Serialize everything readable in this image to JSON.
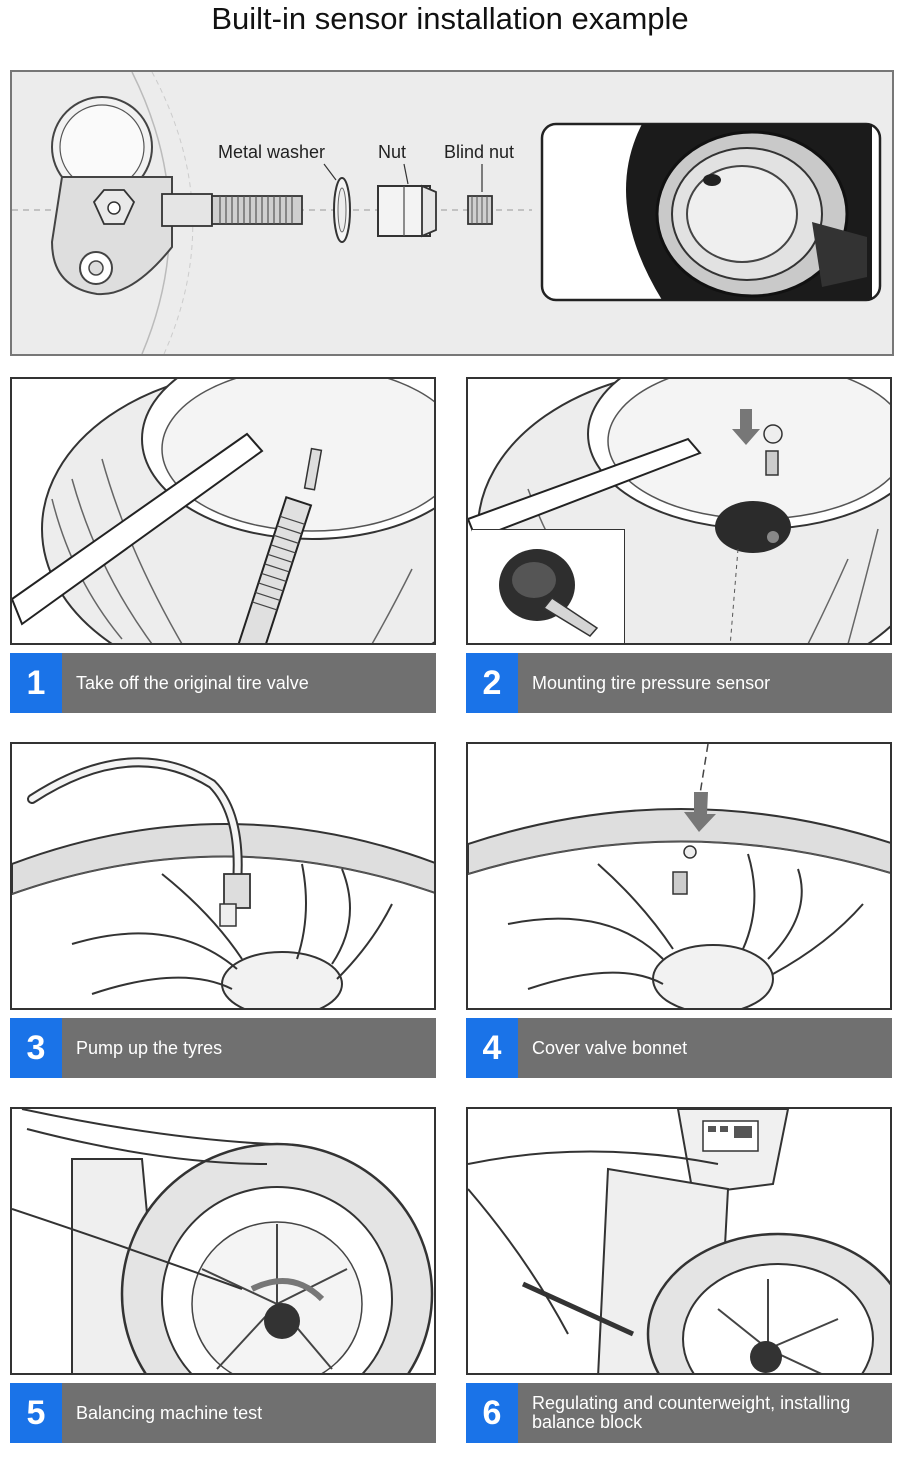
{
  "title": "Built-in sensor installation example",
  "parts": {
    "metal_washer": "Metal washer",
    "nut": "Nut",
    "blind_nut": "Blind nut"
  },
  "steps": [
    {
      "number": "1",
      "label": "Take off the original tire valve"
    },
    {
      "number": "2",
      "label": "Mounting tire pressure sensor"
    },
    {
      "number": "3",
      "label": "Pump up the tyres"
    },
    {
      "number": "4",
      "label": "Cover valve bonnet"
    },
    {
      "number": "5",
      "label": "Balancing machine test"
    },
    {
      "number": "6",
      "label": "Regulating and counterweight, installing balance block"
    }
  ],
  "colors": {
    "accent": "#1a73e8",
    "bar": "#707070"
  }
}
